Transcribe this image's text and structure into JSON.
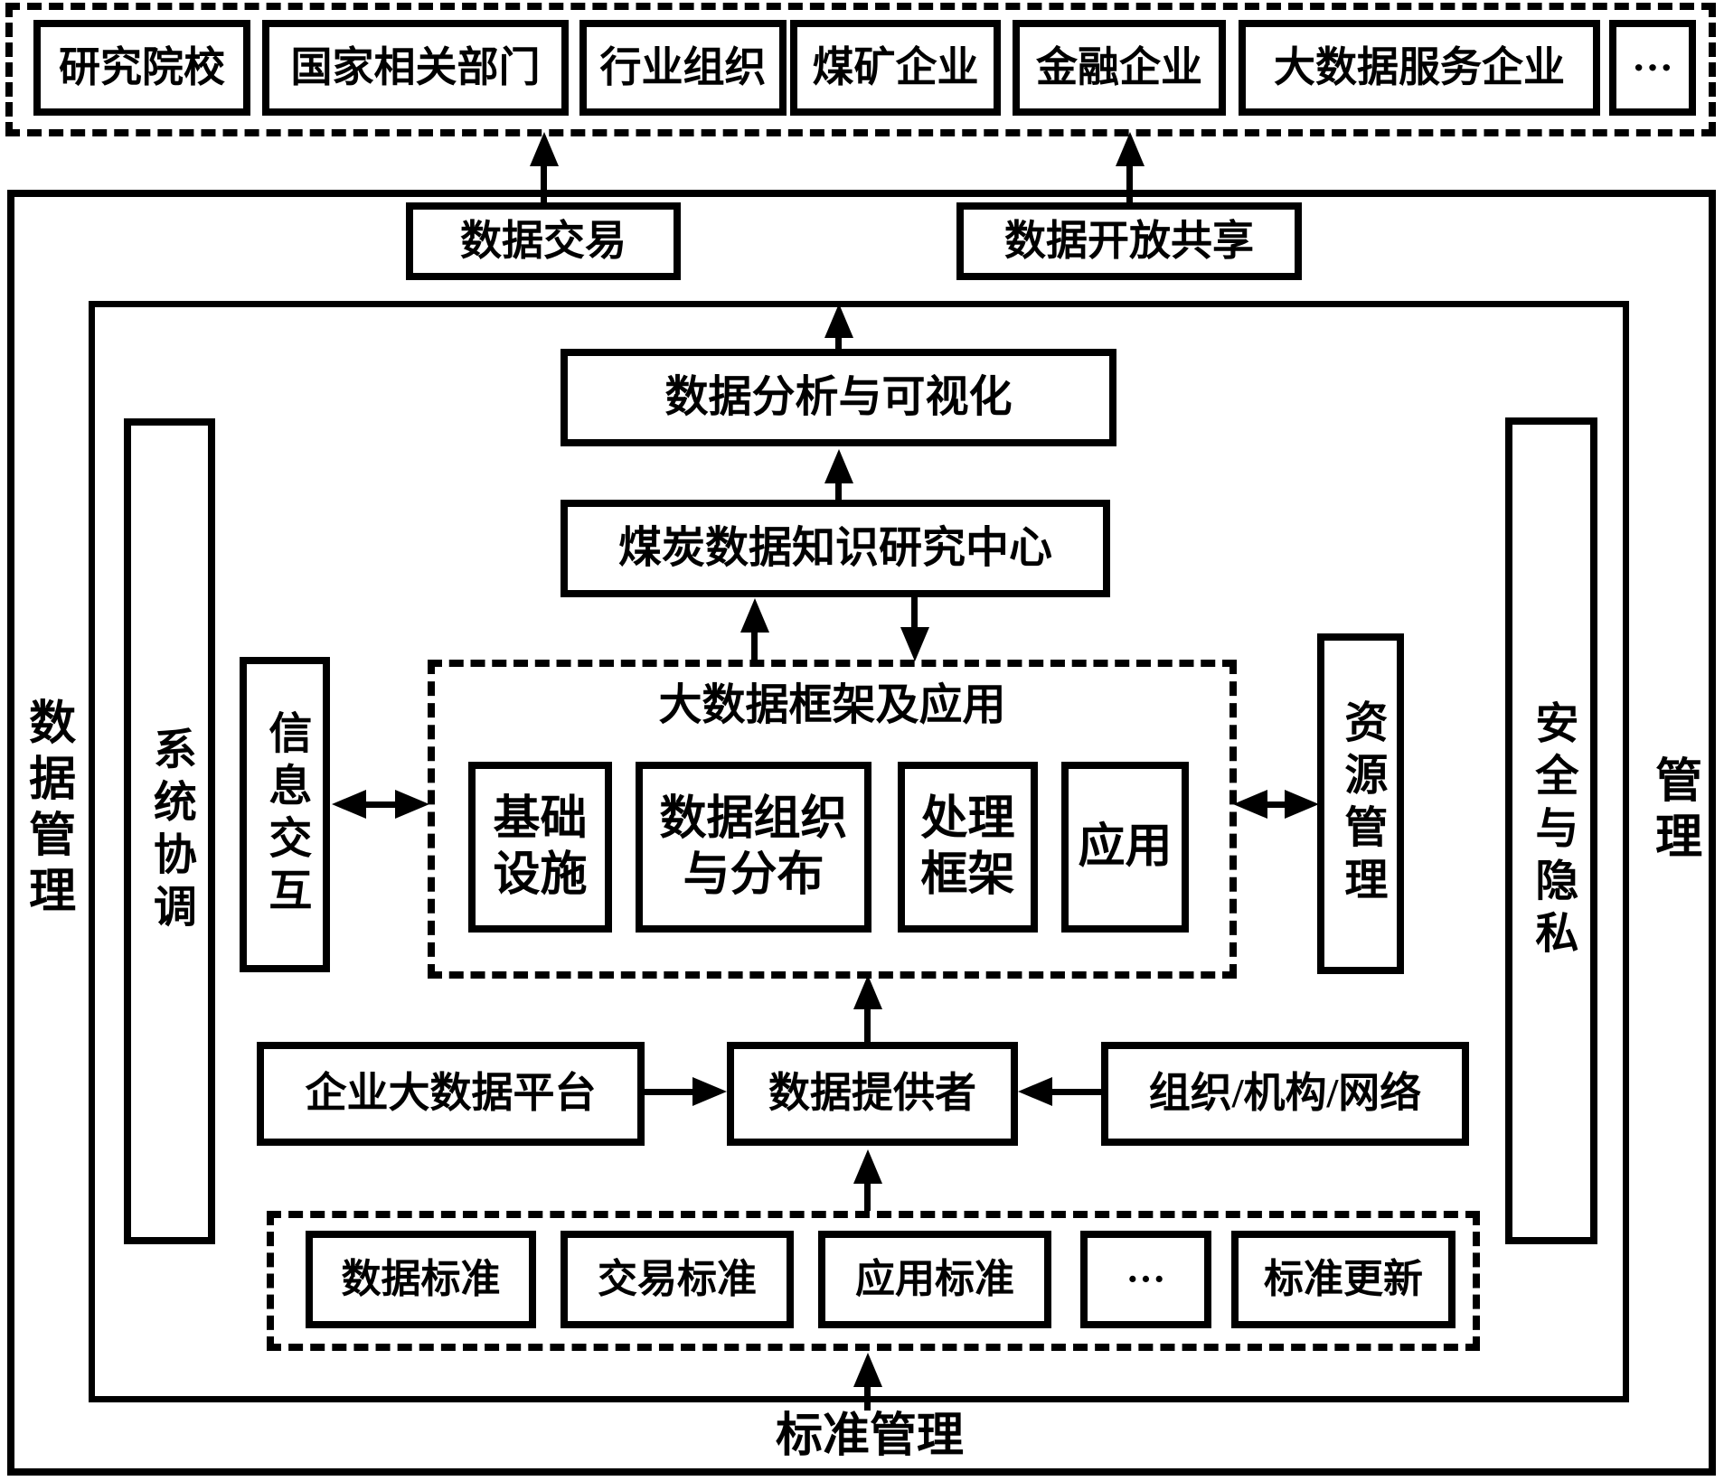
{
  "diagram": {
    "external": {
      "items": [
        "研究院校",
        "国家相关部门",
        "行业组织",
        "煤矿企业",
        "金融企业",
        "大数据服务企业",
        "···"
      ]
    },
    "exchange": {
      "data_trading": "数据交易",
      "data_open_sharing": "数据开放共享"
    },
    "analysis": {
      "visualization": "数据分析与可视化",
      "research_center": "煤炭数据知识研究中心"
    },
    "framework": {
      "title": "大数据框架及应用",
      "infrastructure": "基础设施",
      "data_organization": "数据组织与分布",
      "processing_framework": "处理框架",
      "application": "应用"
    },
    "providers": {
      "enterprise_platform": "企业大数据平台",
      "data_provider": "数据提供者",
      "org_network": "组织/机构/网络"
    },
    "standards": {
      "data_standard": "数据标准",
      "trading_standard": "交易标准",
      "application_standard": "应用标准",
      "more": "···",
      "standard_update": "标准更新",
      "label": "标准管理"
    },
    "pillars": {
      "left_outer": "数据管理",
      "system_coordination": "系统协调",
      "info_interaction": "信息交互",
      "resource_management": "资源管理",
      "security_privacy": "安全与隐私",
      "right_outer": "管理"
    },
    "colors": {
      "line": "#000000",
      "background": "#ffffff"
    }
  }
}
